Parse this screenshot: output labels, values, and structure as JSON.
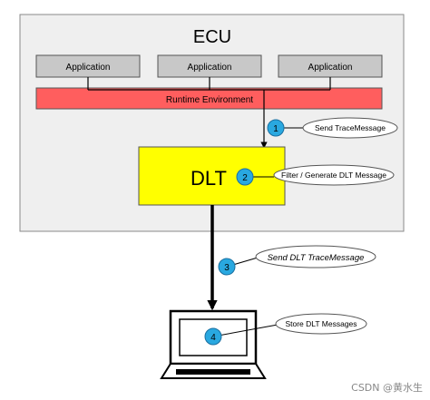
{
  "ecu": {
    "label": "ECU"
  },
  "applications": [
    {
      "label": "Application"
    },
    {
      "label": "Application"
    },
    {
      "label": "Application"
    }
  ],
  "runtime": {
    "label": "Runtime Environment"
  },
  "dlt": {
    "label": "DLT"
  },
  "steps": [
    {
      "number": "1",
      "label": "Send TraceMessage"
    },
    {
      "number": "2",
      "label": "Filter / Generate DLT Message"
    },
    {
      "number": "3",
      "label": "Send DLT TraceMessage"
    },
    {
      "number": "4",
      "label": "Store DLT Messages"
    }
  ],
  "watermark": "CSDN @黄水生",
  "colors": {
    "ecu_fill": "#efefef",
    "app_fill": "#c8c8c8",
    "runtime_fill": "#ff5e5e",
    "dlt_fill": "#ffff00",
    "badge_fill": "#29a8e0",
    "line": "#000000"
  }
}
